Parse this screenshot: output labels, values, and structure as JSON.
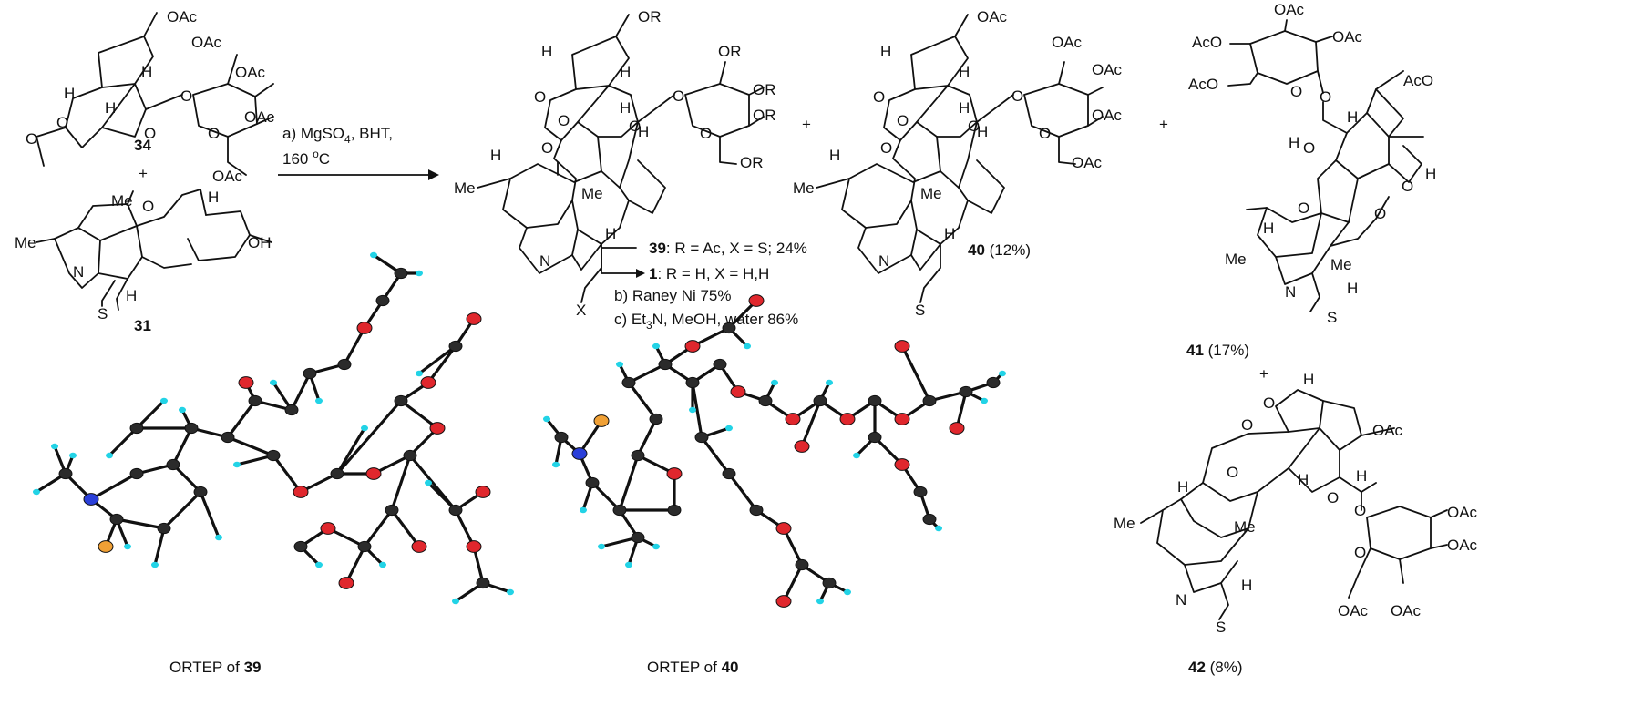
{
  "scheme": {
    "reagents_top": [
      "a) MgSO",
      "4",
      ", BHT,",
      "160 ",
      "o",
      "C"
    ],
    "reagent_b": "b) Raney Ni   75%",
    "reagent_c_prefix": "c) Et",
    "reagent_c_sub": "3",
    "reagent_c_suffix": "N, MeOH, water   86%",
    "plus": "+",
    "line_39_num": "39",
    "line_39_text": ": R = Ac, X = S; 24%",
    "line_1_num": "1",
    "line_1_text": ": R = H, X = H,H"
  },
  "compounds": {
    "c34": {
      "number": "34"
    },
    "c31": {
      "number": "31"
    },
    "c40": {
      "number": "40",
      "yield": " (12%)"
    },
    "c41": {
      "number": "41",
      "yield": " (17%)"
    },
    "c42": {
      "number": "42",
      "yield": " (8%)"
    }
  },
  "atom_labels": {
    "OAc": "OAc",
    "AcO": "AcO",
    "OR": "OR",
    "H": "H",
    "O": "O",
    "N": "N",
    "S": "S",
    "X": "X",
    "Me": "Me",
    "OH": "OH"
  },
  "ortep": {
    "prefix": "ORTEP of ",
    "num_39": "39",
    "num_40": "40"
  },
  "atom_colors": {
    "carbon": "#2b2b2b",
    "oxygen": "#e0272d",
    "hydrogen": "#22d3e6",
    "nitrogen": "#2a3fd9",
    "sulfur": "#f0a035"
  }
}
